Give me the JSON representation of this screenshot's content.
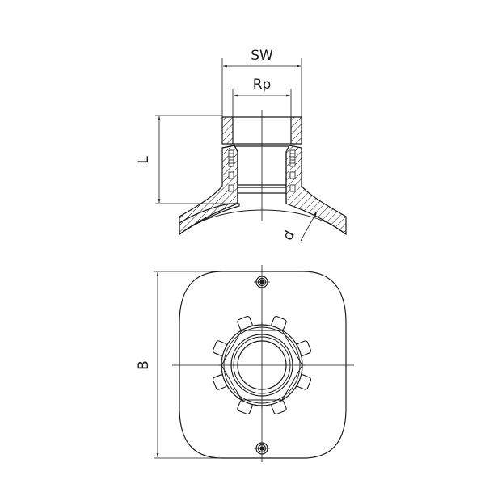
{
  "diagram": {
    "type": "technical-drawing",
    "subject": "electrofusion tapping saddle with threaded outlet",
    "views": {
      "section_view": {
        "labels": {
          "sw": "SW",
          "rp": "Rp",
          "l": "L",
          "d": "d"
        }
      },
      "top_view": {
        "labels": {
          "b": "B"
        }
      }
    },
    "colors": {
      "line": "#1a1a1a",
      "background": "#ffffff"
    }
  }
}
